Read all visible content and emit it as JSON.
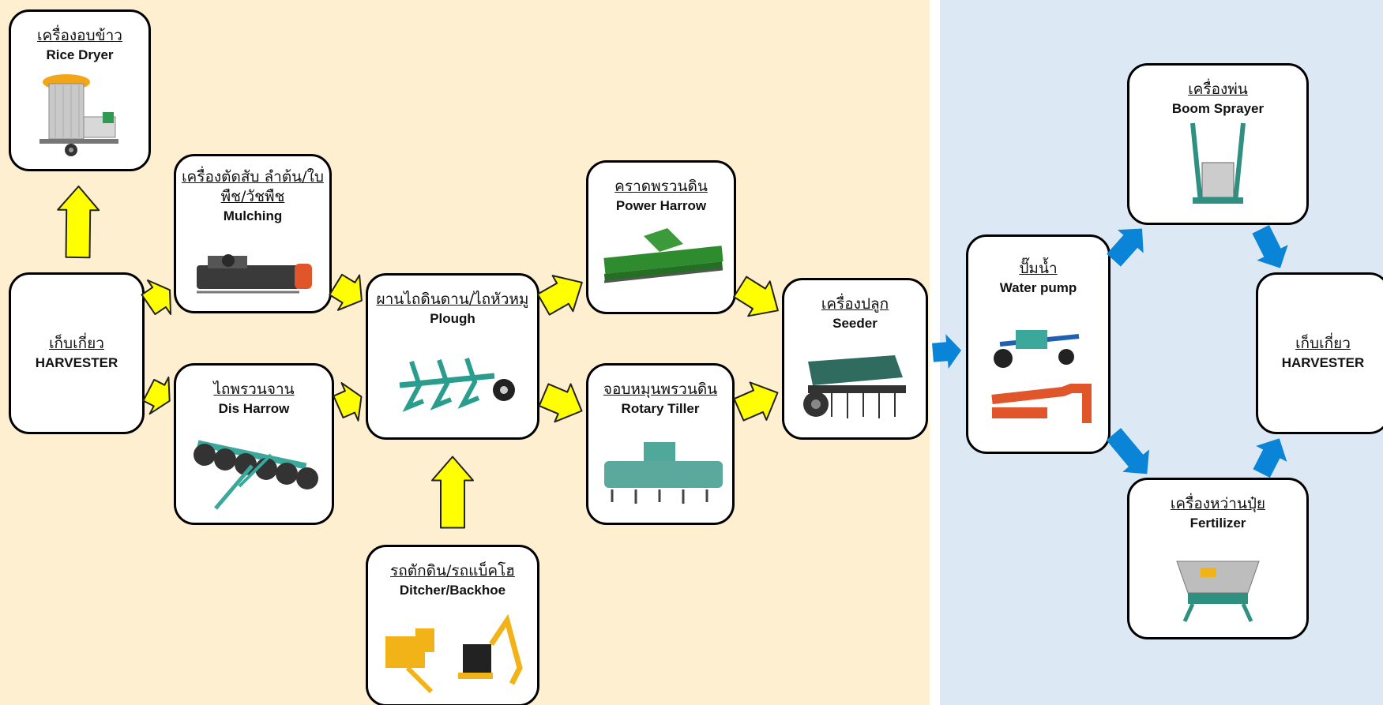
{
  "colors": {
    "left_background": "#fdefd0",
    "right_background": "#dce9f5",
    "yellow_arrow": "#ffff00",
    "blue_arrow": "#0a84d6",
    "machine_green": "#3aa89a",
    "machine_orange": "#e0552a",
    "machine_yellow": "#f2b318"
  },
  "nodes": {
    "rice_dryer": {
      "th": "เครื่องอบข้าว",
      "en": "Rice Dryer"
    },
    "harvester_start": {
      "th": "เก็บเกี่ยว",
      "en": "HARVESTER"
    },
    "mulching": {
      "th": "เครื่องตัดสับ ลำต้น/ใบพืช/วัชพืช",
      "en": "Mulching"
    },
    "dis_harrow": {
      "th": "ไถพรวนจาน",
      "en": "Dis Harrow"
    },
    "plough": {
      "th": "ผานไถดินดาน/ไถหัวหมู",
      "en": "Plough"
    },
    "ditcher": {
      "th": "รถตักดิน/รถแบ็คโฮ",
      "en": "Ditcher/Backhoe"
    },
    "power_harrow": {
      "th": "คราดพรวนดิน",
      "en": "Power Harrow"
    },
    "rotary_tiller": {
      "th": "จอบหมุนพรวนดิน",
      "en": "Rotary Tiller"
    },
    "seeder": {
      "th": "เครื่องปลูก",
      "en": "Seeder"
    },
    "water_pump": {
      "th": "ปั๊มน้ำ",
      "en": "Water pump"
    },
    "boom_sprayer": {
      "th": "เครื่องพ่น",
      "en": "Boom Sprayer"
    },
    "fertilizer": {
      "th": "เครื่องหว่านปุ๋ย",
      "en": "Fertilizer"
    },
    "harvester_end": {
      "th": "เก็บเกี่ยว",
      "en": "HARVESTER"
    }
  },
  "edges": [
    {
      "from": "harvester_start",
      "to": "rice_dryer",
      "color": "yellow"
    },
    {
      "from": "harvester_start",
      "to": "mulching",
      "color": "yellow"
    },
    {
      "from": "harvester_start",
      "to": "dis_harrow",
      "color": "yellow"
    },
    {
      "from": "mulching",
      "to": "plough",
      "color": "yellow"
    },
    {
      "from": "dis_harrow",
      "to": "plough",
      "color": "yellow"
    },
    {
      "from": "ditcher",
      "to": "plough",
      "color": "yellow"
    },
    {
      "from": "plough",
      "to": "power_harrow",
      "color": "yellow"
    },
    {
      "from": "plough",
      "to": "rotary_tiller",
      "color": "yellow"
    },
    {
      "from": "power_harrow",
      "to": "seeder",
      "color": "yellow"
    },
    {
      "from": "rotary_tiller",
      "to": "seeder",
      "color": "yellow"
    },
    {
      "from": "seeder",
      "to": "water_pump",
      "color": "blue"
    },
    {
      "from": "water_pump",
      "to": "boom_sprayer",
      "color": "blue"
    },
    {
      "from": "water_pump",
      "to": "fertilizer",
      "color": "blue"
    },
    {
      "from": "boom_sprayer",
      "to": "harvester_end",
      "color": "blue"
    },
    {
      "from": "fertilizer",
      "to": "harvester_end",
      "color": "blue"
    }
  ]
}
